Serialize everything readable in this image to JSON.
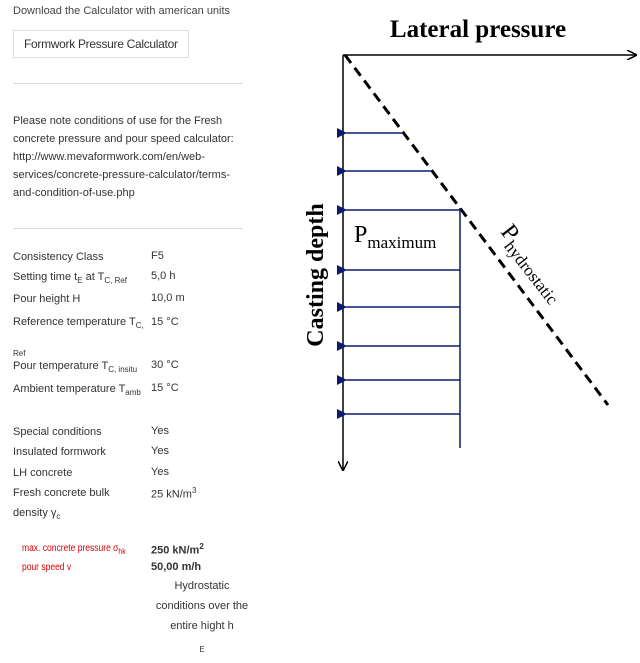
{
  "download_text": "Download the Calculator with american units",
  "calc_button": "Formwork Pressure Calculator",
  "note": "Please note conditions of use for the Fresh concrete pressure and pour speed calculator: http://www.mevaformwork.com/en/web-services/concrete-pressure-calculator/terms-and-condition-of-use.php",
  "params": [
    {
      "k": "Consistency Class",
      "v": "F5"
    },
    {
      "k": "Setting time t",
      "ksub": "E",
      "k2": " at T",
      "ksub2": "C, Ref",
      "v": "5,0 h"
    },
    {
      "k": "Pour height H",
      "v": "10,0 m"
    },
    {
      "k": "Reference temperature T",
      "ksub": "C, Ref",
      "v": "15 °C"
    },
    {
      "k": "Pour temperature T",
      "ksub": "C, insitu",
      "v": "30 °C"
    },
    {
      "k": "Ambient temperature T",
      "ksub": "amb",
      "v": "15 °C"
    },
    {
      "k": "Special conditions",
      "v": "Yes"
    },
    {
      "k": "Insulated formwork",
      "v": "Yes"
    },
    {
      "k": "LH concrete",
      "v": "Yes"
    },
    {
      "k": "Fresh concrete bulk density γ",
      "ksub": "c",
      "v": "25 kN/m",
      "vsup": "3"
    }
  ],
  "results": [
    {
      "k": "max. concrete pressure σ",
      "ksub": "hk",
      "v": "250 kN/m",
      "vsup": "2"
    },
    {
      "k": "pour speed v",
      "v": "50,00 m/h"
    }
  ],
  "hydro_note": "Hydrostatic conditions over the entire hight h",
  "hydro_sub": "E",
  "diagram": {
    "x_label": "Lateral pressure",
    "y_label": "Casting depth",
    "pmax": "P",
    "pmax_sub": "maximum",
    "phydro": "P",
    "phydro_sub": "hydrostatic",
    "color": "#0a1a6e"
  }
}
